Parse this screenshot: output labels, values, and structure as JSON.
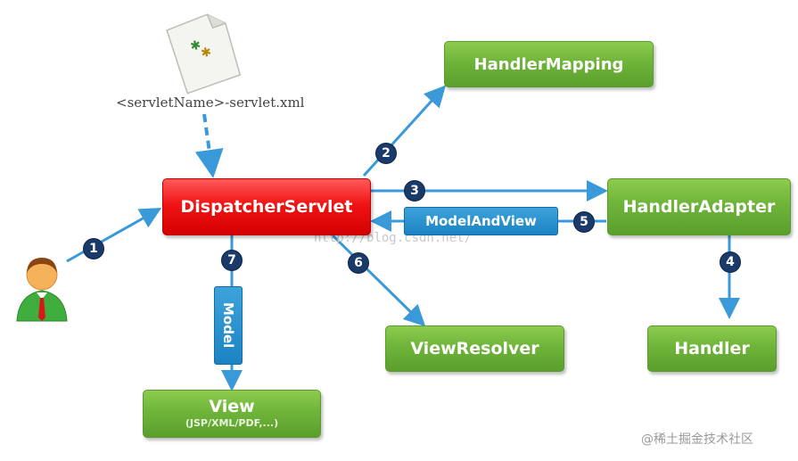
{
  "config_file": {
    "label": "<servletName>-servlet.xml",
    "icon": "xml-document-icon"
  },
  "nodes": {
    "dispatcher": "DispatcherServlet",
    "handler_mapping": "HandlerMapping",
    "handler_adapter": "HandlerAdapter",
    "handler": "Handler",
    "view_resolver": "ViewResolver",
    "view": "View",
    "view_sub": "(JSP/XML/PDF,...)"
  },
  "tags": {
    "model_and_view": "ModelAndView",
    "model": "Model"
  },
  "steps": [
    "1",
    "2",
    "3",
    "4",
    "5",
    "6",
    "7"
  ],
  "watermark": "http://blog.csdn.net/",
  "credit": "@稀土掘金技术社区",
  "user_icon": "user-avatar-icon",
  "colors": {
    "arrow": "#3a9ad9",
    "node_green": "#6fb43a",
    "node_red": "#f01414",
    "step_badge": "#1a3a6a"
  }
}
